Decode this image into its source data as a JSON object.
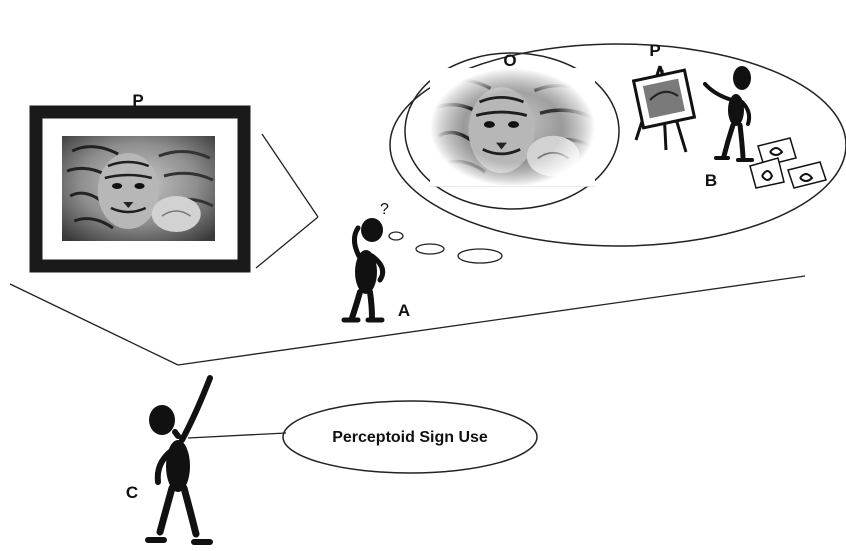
{
  "labels": {
    "frame_p": "P",
    "oval_o": "O",
    "easel_p": "P",
    "person_a": "A",
    "person_b": "B",
    "person_c": "C",
    "question_mark": "?"
  },
  "caption": "Perceptoid Sign Use",
  "icons": {
    "tiger_photo": "tiger-photo-icon",
    "painter": "painter-figure-icon",
    "thinker": "thinking-figure-icon",
    "pointer": "pointing-figure-icon",
    "easel": "easel-icon",
    "sketches": "sketch-papers-icon"
  }
}
